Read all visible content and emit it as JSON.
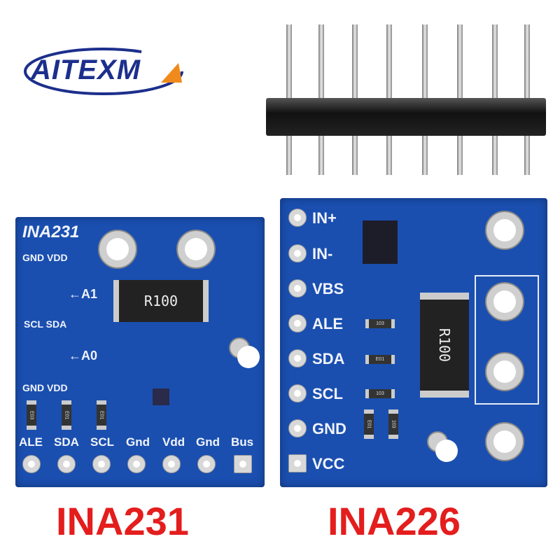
{
  "logo": {
    "text": "AITEXM",
    "colors": {
      "primary": "#1c2f8c",
      "accent": "#f08a1c"
    }
  },
  "header_pins": {
    "count": 8
  },
  "left_board": {
    "title": "INA231",
    "address_labels": {
      "top": "GND VDD",
      "middle": "SCL SDA",
      "bottom": "GND VDD",
      "a1": "←A1",
      "a0": "←A0"
    },
    "shunt": "R100",
    "resistor_codes": [
      "E03",
      "E01",
      "E01"
    ],
    "pins": [
      "ALE",
      "SDA",
      "SCL",
      "Gnd",
      "Vdd",
      "Gnd",
      "Bus"
    ]
  },
  "right_board": {
    "pins": [
      "IN+",
      "IN-",
      "VBS",
      "ALE",
      "SDA",
      "SCL",
      "GND",
      "VCC"
    ],
    "shunt": "R100",
    "resistor_codes": [
      "103",
      "E01",
      "103",
      "E01",
      "103"
    ]
  },
  "captions": {
    "left": "INA231",
    "right": "INA226"
  },
  "colors": {
    "pcb": "#1a4fb0",
    "caption": "#e41d1d"
  }
}
